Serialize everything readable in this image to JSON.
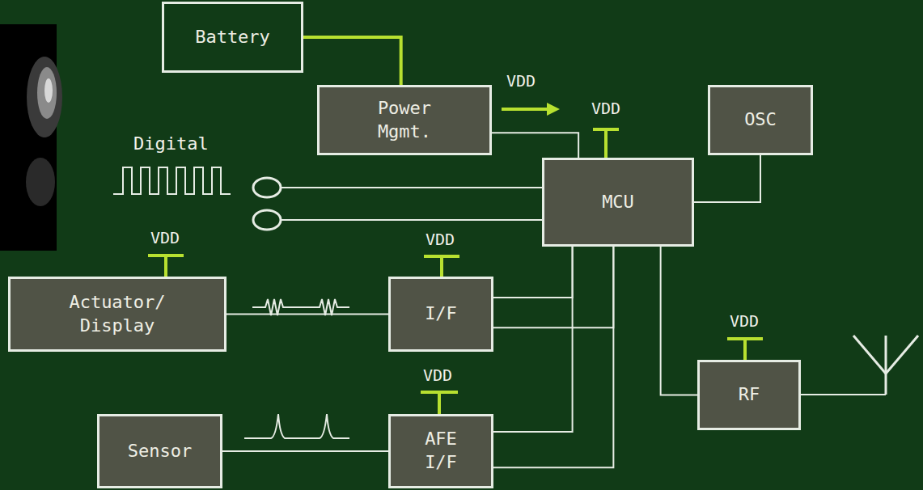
{
  "diagram": {
    "nodes": [
      {
        "text": [
          "Battery"
        ]
      },
      {
        "text": [
          "Power Mgmt."
        ]
      },
      {
        "text": [
          "MCU"
        ]
      },
      {
        "text": [
          "OSC"
        ]
      },
      {
        "text": [
          "Actuator/ Display"
        ]
      },
      {
        "text": [
          "I/F"
        ]
      },
      {
        "text": [
          "Sensor"
        ]
      },
      {
        "text": [
          "AFE I/F"
        ]
      },
      {
        "text": [
          "RF"
        ]
      }
    ],
    "edges": [
      {
        "from": 0,
        "to": 1,
        "arrow": "none"
      },
      {
        "from": 1,
        "to": 2,
        "arrow": "none"
      },
      {
        "from": 3,
        "to": 2,
        "arrow": "none"
      },
      {
        "from": 4,
        "to": 5,
        "arrow": "none"
      },
      {
        "from": 5,
        "to": 2,
        "arrow": "none"
      },
      {
        "from": 5,
        "to": 2,
        "arrow": "none"
      },
      {
        "from": 6,
        "to": 7,
        "arrow": "none"
      },
      {
        "from": 7,
        "to": 2,
        "arrow": "none"
      },
      {
        "from": 7,
        "to": 2,
        "arrow": "none"
      },
      {
        "from": 2,
        "to": 8,
        "arrow": "none"
      }
    ],
    "labels": [
      "VDD",
      "VDD",
      "Digital",
      "VDD",
      "VDD",
      "VDD",
      "VDD"
    ]
  }
}
